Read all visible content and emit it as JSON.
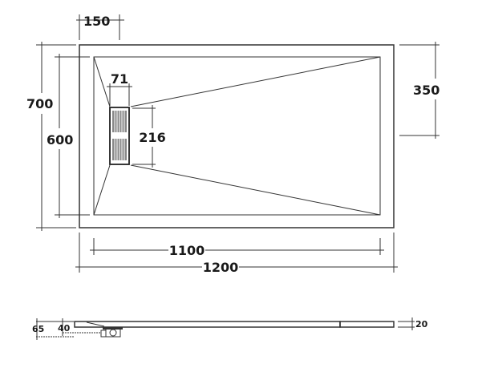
{
  "plan_view": {
    "dimensions": {
      "offset": "150",
      "overall_depth": "700",
      "inner_depth": "600",
      "drain_center": "350",
      "inner_length": "1100",
      "overall_length": "1200",
      "drain_width": "71",
      "drain_length": "216"
    }
  },
  "side_view": {
    "dimensions": {
      "total_height": "65",
      "outlet_height": "40",
      "tray_thickness": "20"
    }
  }
}
